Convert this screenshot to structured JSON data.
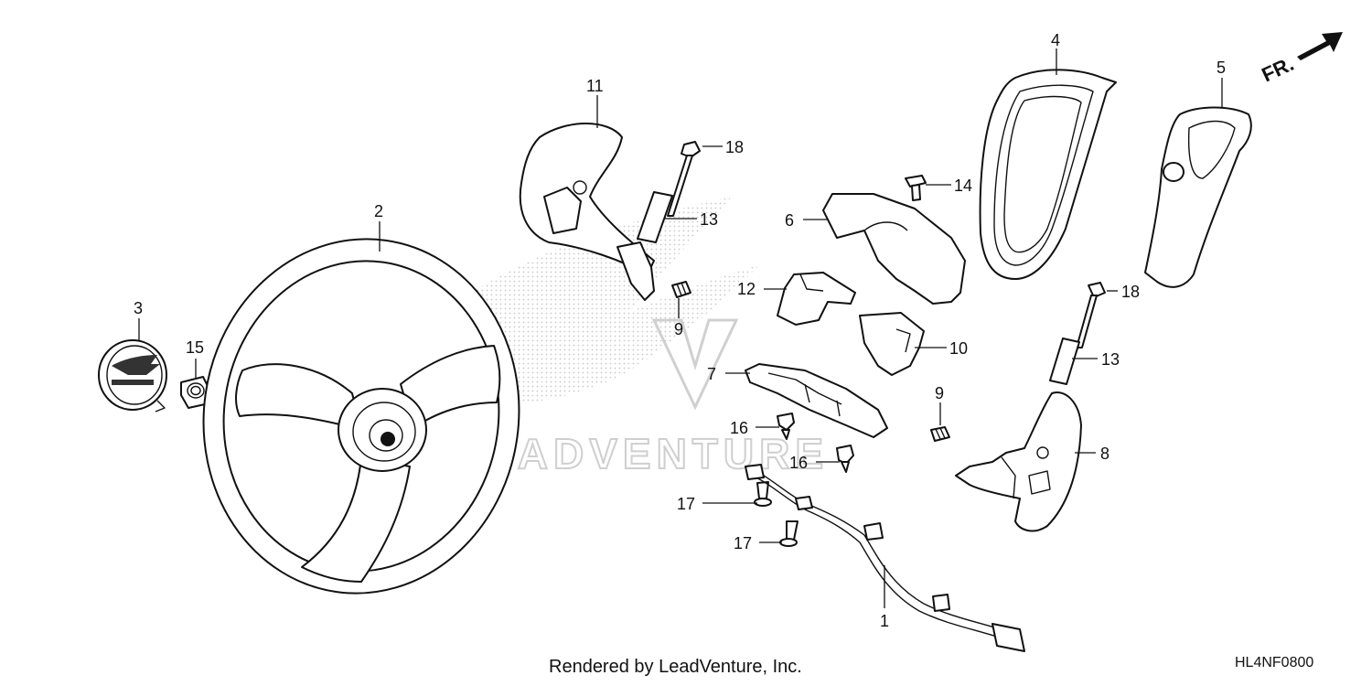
{
  "callouts": {
    "c1": "1",
    "c2": "2",
    "c3": "3",
    "c4": "4",
    "c5": "5",
    "c6": "6",
    "c7": "7",
    "c8": "8",
    "c9a": "9",
    "c9b": "9",
    "c10": "10",
    "c11": "11",
    "c12": "12",
    "c13a": "13",
    "c13b": "13",
    "c14": "14",
    "c15": "15",
    "c16a": "16",
    "c16b": "16",
    "c17a": "17",
    "c17b": "17",
    "c18a": "18",
    "c18b": "18"
  },
  "direction_label": "FR.",
  "watermark_text": "LEADVENTURE",
  "footer": {
    "render_credit": "Rendered by LeadVenture, Inc.",
    "diagram_code": "HL4NF0800"
  },
  "colors": {
    "line": "#111111",
    "watermark": "#cfcfcf",
    "background": "#ffffff"
  }
}
